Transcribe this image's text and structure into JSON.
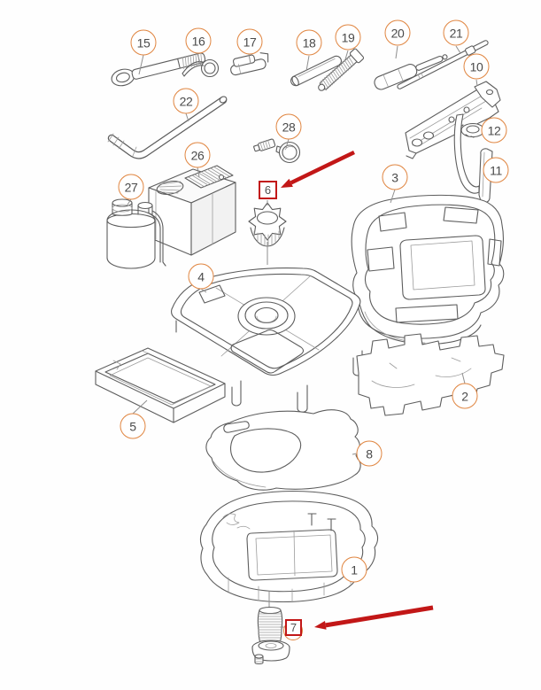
{
  "diagram": {
    "type": "exploded-parts-diagram",
    "description": "Exploded line-art diagram of a vehicle trunk tool kit: jack, tools, foam trays and fastener; parts 6 and 7 highlighted with red boxes and arrows.",
    "colors": {
      "callout_ring": "#E08540",
      "callout_text": "#4A4A4A",
      "highlight_red": "#C21717",
      "line_art": "#5D5D5D",
      "background": "#FFFFFF"
    },
    "callouts": [
      {
        "label": "15"
      },
      {
        "label": "16"
      },
      {
        "label": "17"
      },
      {
        "label": "18"
      },
      {
        "label": "19"
      },
      {
        "label": "20"
      },
      {
        "label": "21"
      },
      {
        "label": "10"
      },
      {
        "label": "12"
      },
      {
        "label": "11"
      },
      {
        "label": "22"
      },
      {
        "label": "28"
      },
      {
        "label": "26"
      },
      {
        "label": "27"
      },
      {
        "label": "3"
      },
      {
        "label": "4"
      },
      {
        "label": "2"
      },
      {
        "label": "5"
      },
      {
        "label": "8"
      },
      {
        "label": "1"
      }
    ],
    "highlighted": [
      {
        "label": "6"
      },
      {
        "label": "7"
      }
    ]
  }
}
